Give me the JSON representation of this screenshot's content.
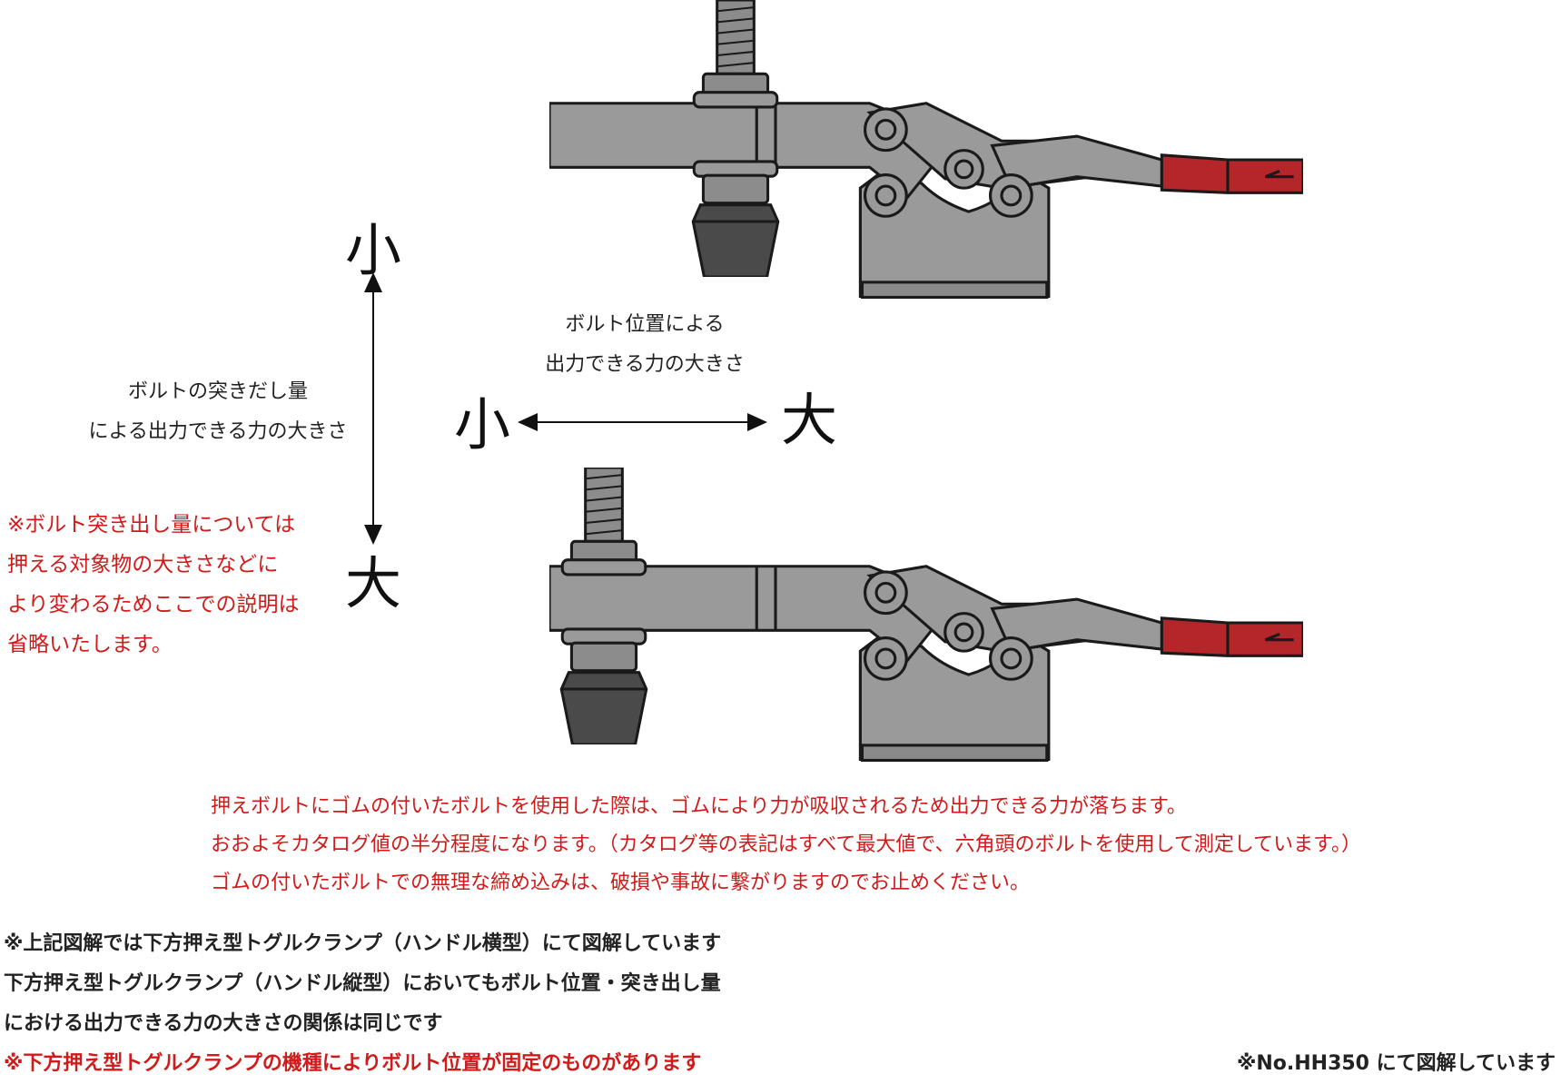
{
  "vertical_axis": {
    "top_label": "小",
    "bottom_label": "大",
    "caption_lines": [
      "ボルトの突きだし量",
      "による出力できる力の大きさ"
    ]
  },
  "horizontal_axis": {
    "left_label": "小",
    "right_label": "大",
    "caption_lines": [
      "ボルト位置による",
      "出力できる力の大きさ"
    ]
  },
  "left_note": [
    "※ボルト突き出し量については",
    "押える対象物の大きさなどに",
    "より変わるためここでの説明は",
    "省略いたします。"
  ],
  "rubber_notes": [
    "押えボルトにゴムの付いたボルトを使用した際は、ゴムにより力が吸収されるため出力できる力が落ちます。",
    "おおよそカタログ値の半分程度になります。（カタログ等の表記はすべて最大値で、六角頭のボルトを使用して測定しています。）",
    "ゴムの付いたボルトでの無理な締め込みは、破損や事故に繋がりますのでお止めください。"
  ],
  "bottom_notes": [
    "※上記図解では下方押え型トグルクランプ（ハンドル横型）にて図解しています",
    "下方押え型トグルクランプ（ハンドル縦型）においてもボルト位置・突き出し量",
    "における出力できる力の大きさの関係は同じです"
  ],
  "bottom_warning": "※下方押え型トグルクランプの機種によりボルト位置が固定のものがあります",
  "model_note": "※No.HH350 にて図解しています",
  "colors": {
    "metal": "#9a9a9a",
    "metal_dark": "#6e6e6e",
    "outline": "#1a1a1a",
    "handle_grip": "#b5262a",
    "rubber_tip": "#4a4a4a",
    "note_red": "#d11a1a"
  },
  "icons": [
    "clamp-illustration-top",
    "clamp-illustration-bottom",
    "double-arrow-vertical",
    "double-arrow-horizontal"
  ]
}
